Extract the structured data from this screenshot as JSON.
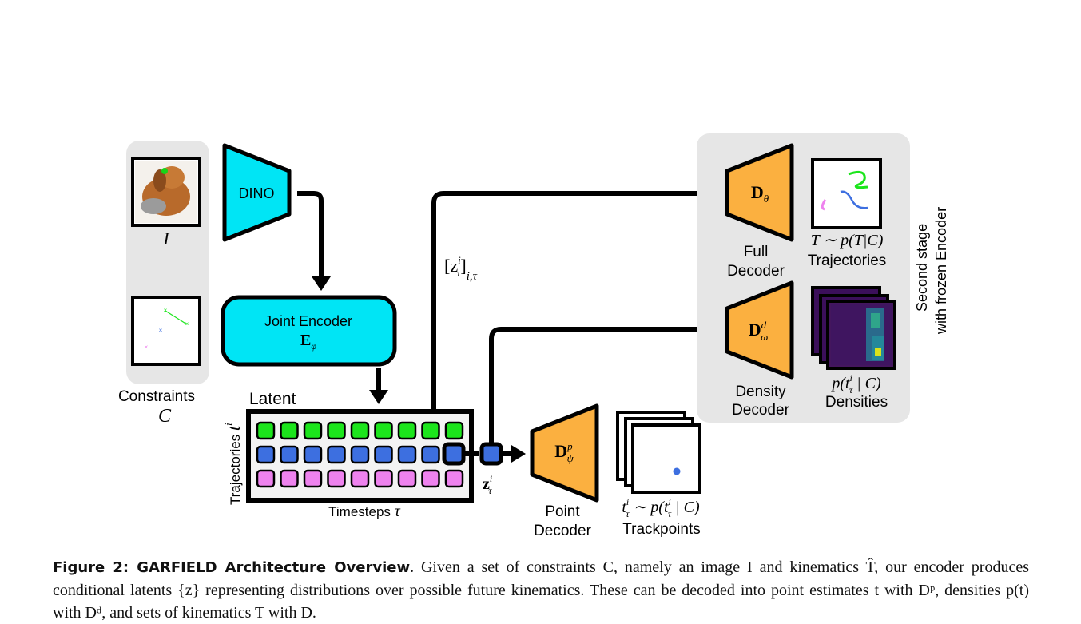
{
  "diagram": {
    "image_label": "I",
    "constraints_label": "Constraints",
    "constraints_symbol": "C",
    "dino_label": "DINO",
    "joint_encoder_label": "Joint Encoder",
    "joint_encoder_symbol": "E",
    "joint_encoder_subscript": "φ",
    "latent_label": "Latent",
    "trajectories_axis": "Trajectories",
    "trajectories_axis_symbol": "t",
    "trajectories_axis_sup": "i",
    "timesteps_label": "Timesteps",
    "timesteps_symbol": "τ",
    "z_all": "[z",
    "z_all_sup": "i",
    "z_all_sub": "τ",
    "z_all_outer_sub": "i,τ",
    "z_single": "z",
    "z_single_sup": "i",
    "z_single_sub": "τ",
    "full_decoder_symbol": "D",
    "full_decoder_sub": "θ",
    "full_decoder_label_line1": "Full",
    "full_decoder_label_line2": "Decoder",
    "density_decoder_symbol": "D",
    "density_decoder_sup": "d",
    "density_decoder_sub": "ω",
    "density_decoder_label_line1": "Density",
    "density_decoder_label_line2": "Decoder",
    "point_decoder_symbol": "D",
    "point_decoder_sup": "p",
    "point_decoder_sub": "ψ",
    "point_decoder_label_line1": "Point",
    "point_decoder_label_line2": "Decoder",
    "trajectories_formula": "T ∼ p(T|C)",
    "trajectories_label": "Trajectories",
    "densities_formula": "p(t",
    "densities_formula_tail": " | C)",
    "densities_label": "Densities",
    "trackpoints_formula_head": "t",
    "trackpoints_formula_tail": " ∼ p(t",
    "trackpoints_formula_end": " | C)",
    "trackpoints_label": "Trackpoints",
    "second_stage_line1": "Second stage",
    "second_stage_line2": "with frozen Encoder",
    "colors": {
      "cyan": "#00E5F5",
      "orange": "#FBB040",
      "green": "#1CE51C",
      "blue": "#3D6FE0",
      "pink": "#EE82EE",
      "panel_gray": "#E6E6E6"
    }
  },
  "caption": {
    "figure_label": "Figure 2: GARFIELD Architecture Overview",
    "line1": ". Given a set of constraints C, namely an image I and kinematics T̂, our encoder produces",
    "line2": "conditional latents {z} representing distributions over possible future kinematics. These can be decoded into point estimates t with",
    "line3": "Dᵖ, densities p(t) with Dᵈ, and sets of kinematics T with D."
  }
}
